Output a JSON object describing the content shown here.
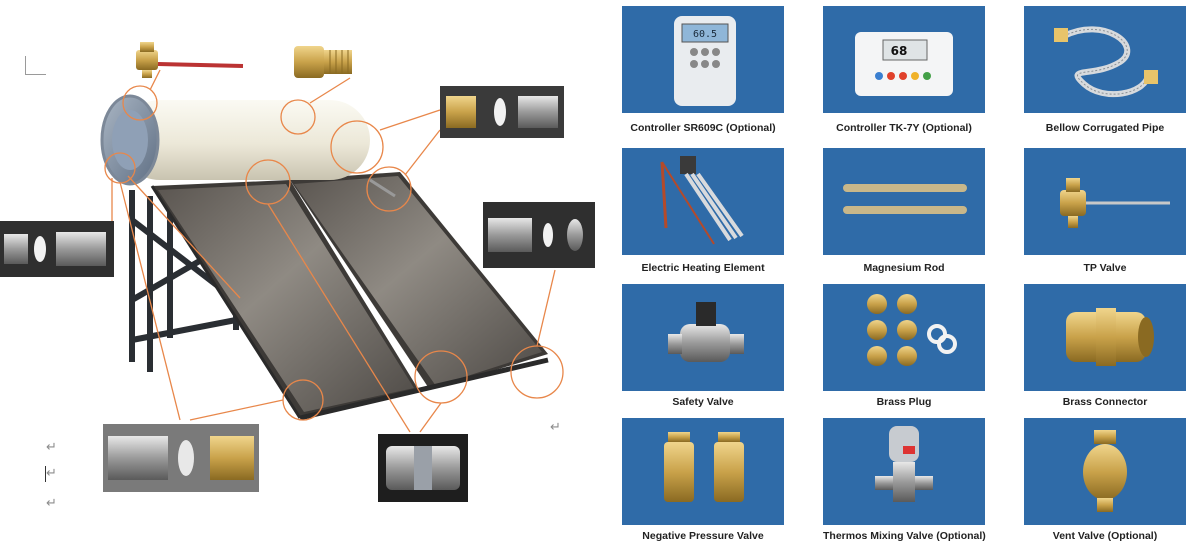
{
  "products": [
    {
      "label": "Controller SR609C (Optional)",
      "icon": "controller-sr609c-icon"
    },
    {
      "label": "Controller TK-7Y (Optional)",
      "icon": "controller-tk7y-icon"
    },
    {
      "label": "Bellow Corrugated Pipe",
      "icon": "corrugated-pipe-icon"
    },
    {
      "label": "Electric Heating Element",
      "icon": "heating-element-icon"
    },
    {
      "label": "Magnesium Rod",
      "icon": "magnesium-rod-icon"
    },
    {
      "label": "TP Valve",
      "icon": "tp-valve-icon"
    },
    {
      "label": "Safety Valve",
      "icon": "safety-valve-icon"
    },
    {
      "label": "Brass Plug",
      "icon": "brass-plug-icon"
    },
    {
      "label": "Brass Connector",
      "icon": "brass-connector-icon"
    },
    {
      "label": "Negative Pressure Valve",
      "icon": "negative-pressure-valve-icon"
    },
    {
      "label": "Thermos Mixing Valve (Optional)",
      "icon": "mixing-valve-icon"
    },
    {
      "label": "Vent Valve (Optional)",
      "icon": "vent-valve-icon"
    }
  ],
  "controller_screens": {
    "sr609c": "60.5",
    "tk7y": "68"
  },
  "colors": {
    "tile_blue": "#2f6ba8",
    "callout_orange": "#e8874a",
    "brass": "#c9a24a"
  },
  "paragraph_marks": [
    "↵",
    "↵",
    "↵",
    "↵"
  ]
}
